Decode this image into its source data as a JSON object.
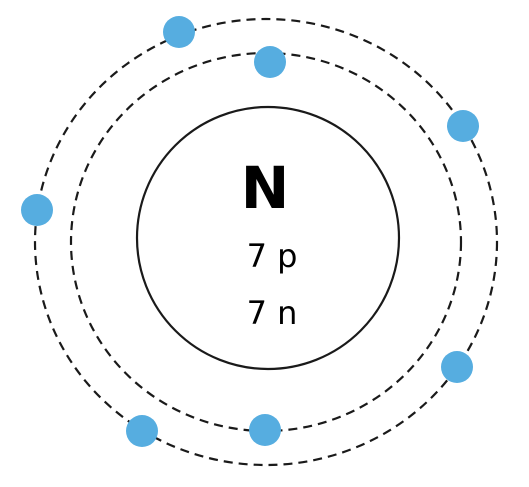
{
  "atom": {
    "symbol": "N",
    "protons": "7 p",
    "neutrons": "7 n"
  },
  "shells": [
    {
      "electrons": 2
    },
    {
      "electrons": 5
    }
  ],
  "colors": {
    "electron": "#56ade0",
    "line": "#1a1a1a",
    "background": "#ffffff"
  }
}
